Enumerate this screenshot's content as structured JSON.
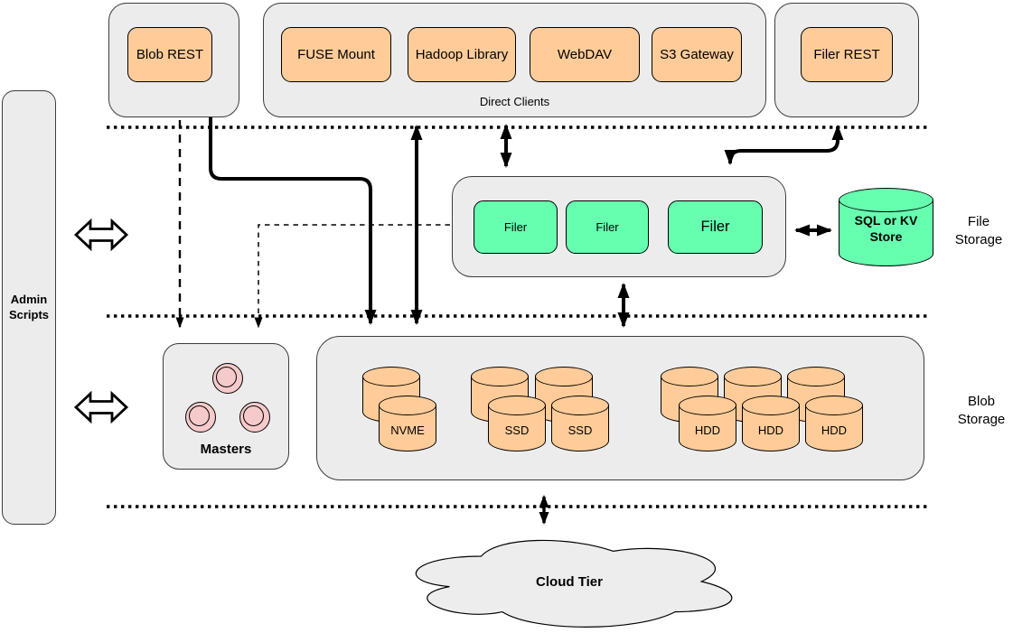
{
  "colors": {
    "container_gray": "#ececec",
    "node_orange": "#ffcc99",
    "node_green": "#66ffb0",
    "masters_pink": "#f6caca",
    "cloud_gray": "#ededed",
    "line_black": "#000000"
  },
  "admin_scripts": {
    "label": "Admin\nScripts"
  },
  "blob_rest_group": {
    "box_label": "Blob REST"
  },
  "direct_clients_group": {
    "label": "Direct Clients",
    "boxes": [
      {
        "label": "FUSE Mount"
      },
      {
        "label": "Hadoop Library"
      },
      {
        "label": "WebDAV"
      },
      {
        "label": "S3 Gateway"
      }
    ]
  },
  "filer_rest_group": {
    "box_label": "Filer REST"
  },
  "filer_group": {
    "filers": [
      {
        "label": "Filer"
      },
      {
        "label": "Filer"
      },
      {
        "label": "Filer"
      }
    ]
  },
  "sql_store": {
    "label": "SQL or KV\nStore"
  },
  "tier_labels": {
    "file": "File\nStorage",
    "blob": "Blob\nStorage"
  },
  "masters_group": {
    "label": "Masters"
  },
  "blob_disks": {
    "nvme": "NVME",
    "ssd1": "SSD",
    "ssd2": "SSD",
    "hdd1": "HDD",
    "hdd2": "HDD",
    "hdd3": "HDD"
  },
  "cloud": {
    "label": "Cloud Tier"
  }
}
